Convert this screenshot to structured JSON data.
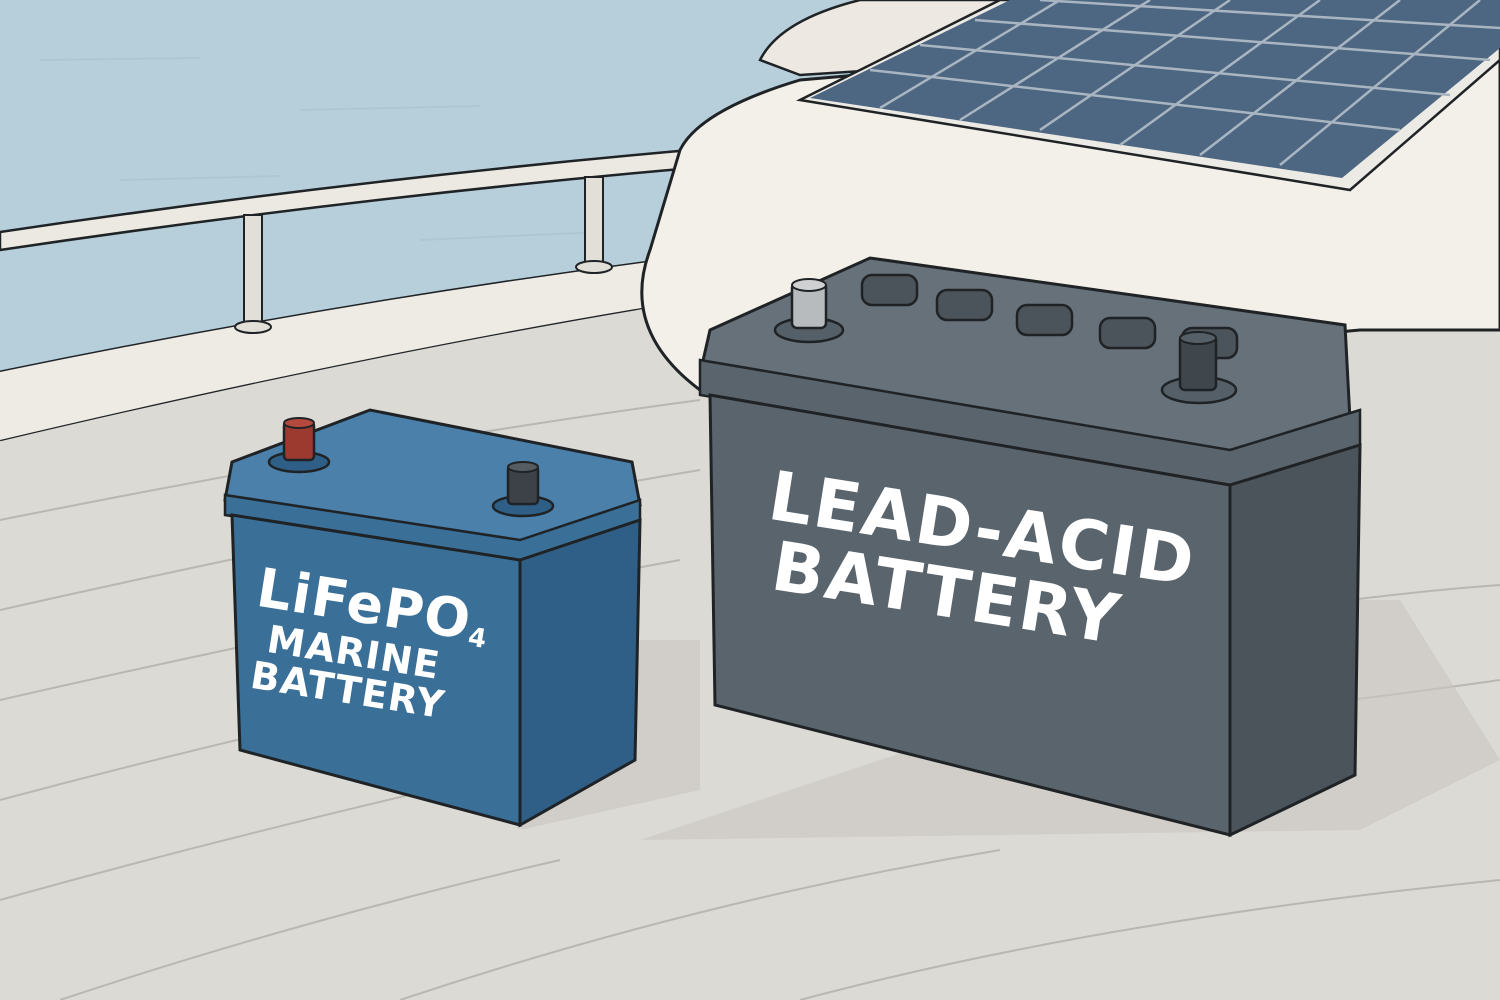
{
  "scene": {
    "description": "Illustration of two batteries side by side on a boat deck, with ocean, railing and a solar panel on the cabin roof",
    "colors": {
      "sea": "#b6cfdb",
      "deck": "#dcdad4",
      "deck_lines": "#b9b7b1",
      "cabin": "#f3f0ea",
      "solar_panel": "#4d6682",
      "lifepo4_battery": "#3a6f98",
      "lead_acid_battery": "#5a646c",
      "positive_terminal": "#9c3a30",
      "outline": "#1f2326"
    }
  },
  "lifepo4_battery": {
    "chemistry": "LiFePO",
    "subscript": "4",
    "line2": "MARINE",
    "line3": "BATTERY"
  },
  "lead_acid_battery": {
    "line1": "LEAD-ACID",
    "line2": "BATTERY"
  }
}
